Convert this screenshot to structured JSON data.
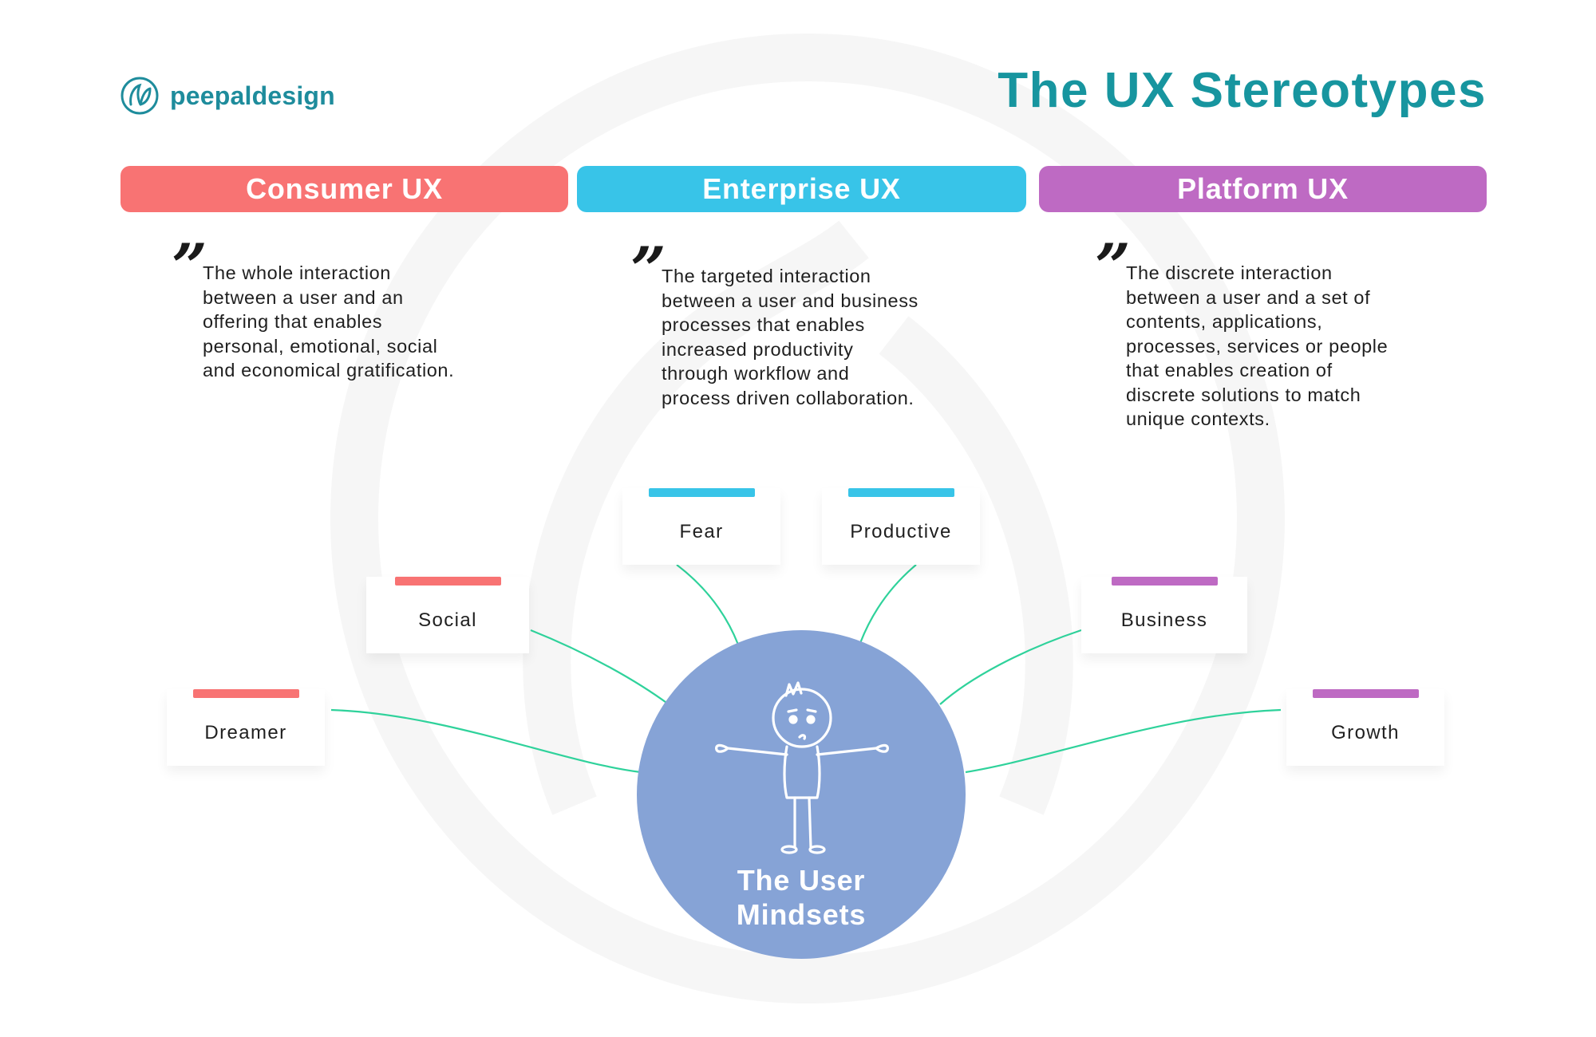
{
  "brand": {
    "name": "peepaldesign",
    "color": "#1e8c9c"
  },
  "title": "The UX Stereotypes",
  "colors": {
    "consumer": "#f87373",
    "enterprise": "#38c4e8",
    "platform": "#be6ac3",
    "circle": "#86a3d6",
    "connector": "#2fd29b",
    "title": "#17959f"
  },
  "categories": [
    {
      "label": "Consumer UX",
      "quote": "”",
      "description": "The whole interaction\nbetween a user and an\noffering that enables\npersonal, emotional, social\nand economical gratification."
    },
    {
      "label": "Enterprise UX",
      "quote": "”",
      "description": "The targeted interaction\nbetween a user and business\nprocesses that enables\nincreased productivity\nthrough workflow and\nprocess driven collaboration."
    },
    {
      "label": "Platform UX",
      "quote": "”",
      "description": "The discrete interaction\nbetween a user and a set of\ncontents, applications,\nprocesses, services or people\nthat enables creation of\ndiscrete solutions to match\nunique contexts."
    }
  ],
  "mindsets": [
    {
      "label": "Dreamer",
      "category": "consumer"
    },
    {
      "label": "Social",
      "category": "consumer"
    },
    {
      "label": "Fear",
      "category": "enterprise"
    },
    {
      "label": "Productive",
      "category": "enterprise"
    },
    {
      "label": "Business",
      "category": "platform"
    },
    {
      "label": "Growth",
      "category": "platform"
    }
  ],
  "center": {
    "line1": "The User",
    "line2": "Mindsets",
    "icon": "person-icon"
  }
}
